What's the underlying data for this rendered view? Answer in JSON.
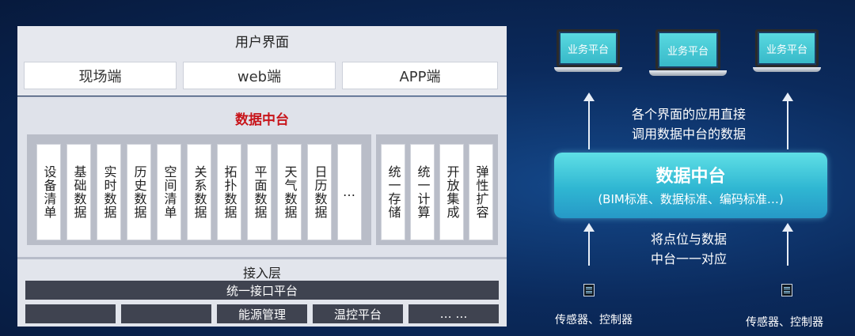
{
  "left": {
    "ui_layer": {
      "title": "用户界面",
      "clients": [
        "现场端",
        "web端",
        "APP端"
      ]
    },
    "data_platform": {
      "title": "数据中台",
      "left_cards": [
        "设备清单",
        "基础数据",
        "实时数据",
        "历史数据",
        "空间清单",
        "关系数据",
        "拓扑数据",
        "平面数据",
        "天气数据",
        "日历数据",
        "…"
      ],
      "right_cards": [
        "统一存储",
        "统一计算",
        "开放集成",
        "弹性扩容"
      ]
    },
    "access_layer": {
      "title": "接入层",
      "bar": "统一接口平台",
      "items": [
        "",
        "",
        "能源管理",
        "温控平台",
        "… …"
      ]
    }
  },
  "right": {
    "devices": [
      "业务平台",
      "业务平台",
      "业务平台"
    ],
    "top_text": "各个界面的应用直接\n调用数据中台的数据",
    "hub_title": "数据中台",
    "hub_subtitle": "(BIM标准、数据标准、编码标准…)",
    "bottom_text": "将点位与数据\n中台一一对应",
    "sensor_labels": [
      "传感器、控制器",
      "传感器、控制器"
    ]
  },
  "colors": {
    "background": "#0b2a5c",
    "accent_red": "#c8151b",
    "hub_cyan": "#3cc4d8",
    "dark_bar": "#3f4350"
  }
}
